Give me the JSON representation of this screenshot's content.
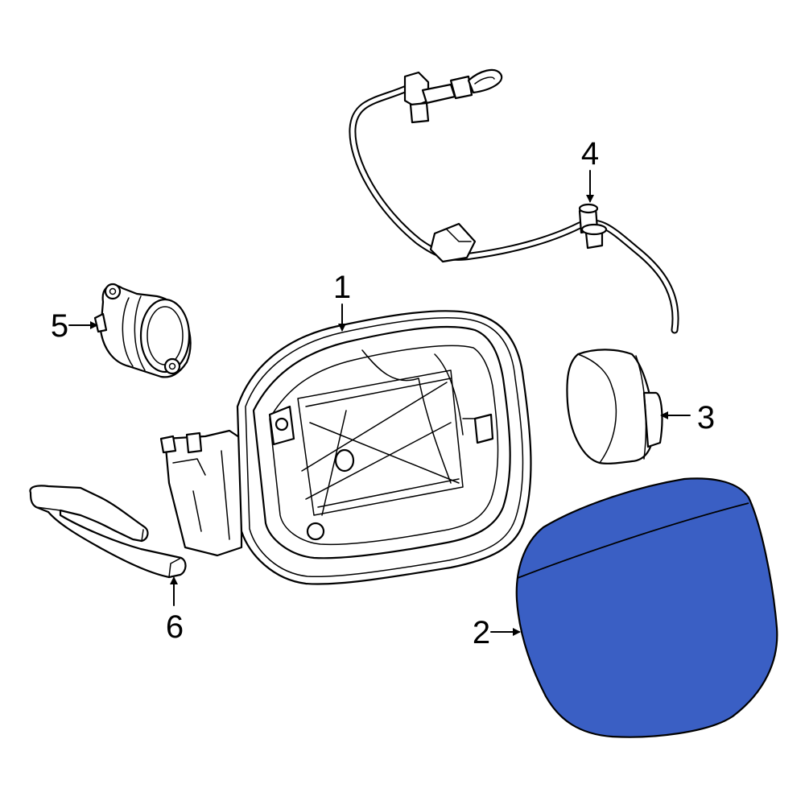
{
  "callouts": {
    "c1": "1",
    "c2": "2",
    "c3": "3",
    "c4": "4",
    "c5": "5",
    "c6": "6"
  },
  "colors": {
    "background": "#ffffff",
    "line": "#000000",
    "highlight": "#3a5fc4"
  }
}
